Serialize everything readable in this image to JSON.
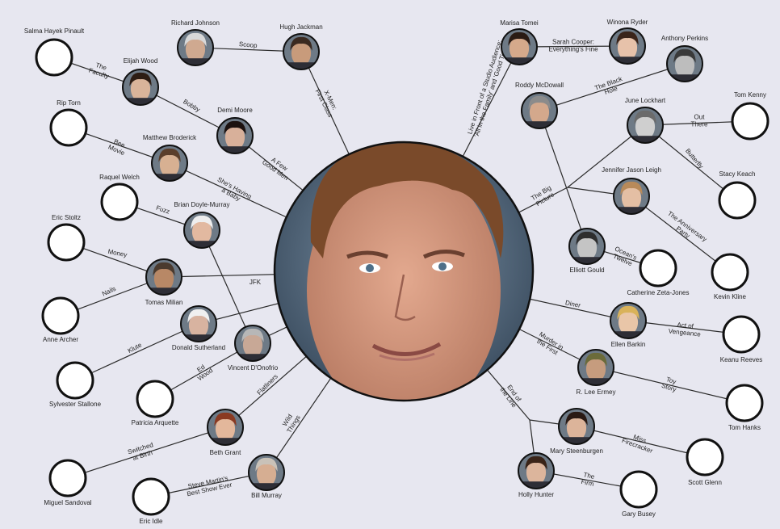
{
  "center": {
    "name": "",
    "icon": "center-portrait"
  },
  "people": [
    {
      "id": "salma",
      "name": "Salma Hayek Pinault",
      "photo": false,
      "skin": "#ffffff",
      "hair": "#ffffff"
    },
    {
      "id": "richard",
      "name": "Richard Johnson",
      "photo": true,
      "skin": "#cfa990",
      "hair": "#d8d8d8"
    },
    {
      "id": "hugh",
      "name": "Hugh Jackman",
      "photo": true,
      "skin": "#c89b7b",
      "hair": "#3b2a20"
    },
    {
      "id": "elijah",
      "name": "Elijah Wood",
      "photo": true,
      "skin": "#d9b49a",
      "hair": "#2d1d14"
    },
    {
      "id": "demi",
      "name": "Demi Moore",
      "photo": true,
      "skin": "#d8b09a",
      "hair": "#1c1210"
    },
    {
      "id": "riptorn",
      "name": "Rip Torn",
      "photo": false,
      "skin": "#ffffff",
      "hair": "#ffffff"
    },
    {
      "id": "matthew",
      "name": "Matthew Broderick",
      "photo": true,
      "skin": "#d7b092",
      "hair": "#5a3e2b"
    },
    {
      "id": "raquel",
      "name": "Raquel Welch",
      "photo": false,
      "skin": "#ffffff",
      "hair": "#ffffff"
    },
    {
      "id": "brian",
      "name": "Brian Doyle-Murray",
      "photo": true,
      "skin": "#e2b9a0",
      "hair": "#eeeeee"
    },
    {
      "id": "eric_s",
      "name": "Eric Stoltz",
      "photo": false,
      "skin": "#ffffff",
      "hair": "#ffffff"
    },
    {
      "id": "tomas",
      "name": "Tomas Milian",
      "photo": true,
      "skin": "#b88866",
      "hair": "#4a3a2e"
    },
    {
      "id": "anne",
      "name": "Anne Archer",
      "photo": false,
      "skin": "#ffffff",
      "hair": "#ffffff"
    },
    {
      "id": "donald",
      "name": "Donald Sutherland",
      "photo": true,
      "skin": "#d8b3a0",
      "hair": "#f0f0f0"
    },
    {
      "id": "sylvester",
      "name": "Sylvester Stallone",
      "photo": false,
      "skin": "#ffffff",
      "hair": "#ffffff"
    },
    {
      "id": "vincent",
      "name": "Vincent D'Onofrio",
      "photo": true,
      "skin": "#c8a896",
      "hair": "#b7b7b7"
    },
    {
      "id": "patricia",
      "name": "Patricia Arquette",
      "photo": false,
      "skin": "#ffffff",
      "hair": "#ffffff"
    },
    {
      "id": "beth",
      "name": "Beth Grant",
      "photo": true,
      "skin": "#e3b79b",
      "hair": "#8a3a22"
    },
    {
      "id": "miguel",
      "name": "Miguel Sandoval",
      "photo": false,
      "skin": "#ffffff",
      "hair": "#ffffff"
    },
    {
      "id": "bill",
      "name": "Bill Murray",
      "photo": true,
      "skin": "#d6ae92",
      "hair": "#c9c2b8"
    },
    {
      "id": "eric_i",
      "name": "Eric Idle",
      "photo": false,
      "skin": "#ffffff",
      "hair": "#ffffff"
    },
    {
      "id": "marisa",
      "name": "Marisa Tomei",
      "photo": true,
      "skin": "#d5a98b",
      "hair": "#2a1b14"
    },
    {
      "id": "winona",
      "name": "Winona Ryder",
      "photo": true,
      "skin": "#e7c2aa",
      "hair": "#3a241a"
    },
    {
      "id": "anthony",
      "name": "Anthony Perkins",
      "photo": true,
      "skin": "#bdbdbd",
      "hair": "#3a3a3a"
    },
    {
      "id": "roddy",
      "name": "Roddy McDowall",
      "photo": true,
      "skin": "#d3a88c",
      "hair": "#8b8b8b"
    },
    {
      "id": "june",
      "name": "June Lockhart",
      "photo": true,
      "skin": "#cfcfcf",
      "hair": "#6b6b6b"
    },
    {
      "id": "tomkenny",
      "name": "Tom Kenny",
      "photo": false,
      "skin": "#ffffff",
      "hair": "#ffffff"
    },
    {
      "id": "stacy",
      "name": "Stacy Keach",
      "photo": false,
      "skin": "#ffffff",
      "hair": "#ffffff"
    },
    {
      "id": "jennifer",
      "name": "Jennifer Jason Leigh",
      "photo": true,
      "skin": "#e4bfa4",
      "hair": "#b88a5a"
    },
    {
      "id": "elliott",
      "name": "Elliott Gould",
      "photo": true,
      "skin": "#c4c4c4",
      "hair": "#2e2e2e"
    },
    {
      "id": "catherine",
      "name": "Catherine Zeta-Jones",
      "photo": false,
      "skin": "#ffffff",
      "hair": "#ffffff"
    },
    {
      "id": "kevink",
      "name": "Kevin Kline",
      "photo": false,
      "skin": "#ffffff",
      "hair": "#ffffff"
    },
    {
      "id": "ellen",
      "name": "Ellen Barkin",
      "photo": true,
      "skin": "#e9c6a8",
      "hair": "#d9b25a"
    },
    {
      "id": "keanu",
      "name": "Keanu Reeves",
      "photo": false,
      "skin": "#ffffff",
      "hair": "#ffffff"
    },
    {
      "id": "lee",
      "name": "R. Lee Ermey",
      "photo": true,
      "skin": "#c69c7e",
      "hair": "#6b6b3a"
    },
    {
      "id": "tomhanks",
      "name": "Tom Hanks",
      "photo": false,
      "skin": "#ffffff",
      "hair": "#ffffff"
    },
    {
      "id": "mary",
      "name": "Mary Steenburgen",
      "photo": true,
      "skin": "#dcb49a",
      "hair": "#2a1a14"
    },
    {
      "id": "scott",
      "name": "Scott Glenn",
      "photo": false,
      "skin": "#ffffff",
      "hair": "#ffffff"
    },
    {
      "id": "holly",
      "name": "Holly Hunter",
      "photo": true,
      "skin": "#dcb59c",
      "hair": "#3a2418"
    },
    {
      "id": "gary",
      "name": "Gary Busey",
      "photo": false,
      "skin": "#ffffff",
      "hair": "#ffffff"
    }
  ],
  "films": [
    {
      "id": "scoop",
      "label": "Scoop"
    },
    {
      "id": "xmen",
      "label": "X-Men:\nFirst Class"
    },
    {
      "id": "faculty",
      "label": "The\nFaculty"
    },
    {
      "id": "bobby",
      "label": "Bobby"
    },
    {
      "id": "afew",
      "label": "A Few\nGood Men"
    },
    {
      "id": "beemovie",
      "label": "Bee\nMovie"
    },
    {
      "id": "shes",
      "label": "She's Having\na Baby"
    },
    {
      "id": "fuzz",
      "label": "Fuzz"
    },
    {
      "id": "money",
      "label": "Money"
    },
    {
      "id": "jfk",
      "label": "JFK"
    },
    {
      "id": "nails",
      "label": "Nails"
    },
    {
      "id": "klute",
      "label": "Klute"
    },
    {
      "id": "edwood",
      "label": "Ed\nWood"
    },
    {
      "id": "flatliners",
      "label": "Flatliners"
    },
    {
      "id": "switched",
      "label": "Switched\nat Birth"
    },
    {
      "id": "wild",
      "label": "Wild\nThings"
    },
    {
      "id": "martin",
      "label": "Steve Martin's\nBest Show Ever"
    },
    {
      "id": "live",
      "label": "Live in Front of a Studio Audience:\n'All in the Family' and 'Good Times'"
    },
    {
      "id": "sarah",
      "label": "Sarah Cooper:\nEverything's Fine"
    },
    {
      "id": "blackhole",
      "label": "The Black\nHole"
    },
    {
      "id": "outthere",
      "label": "Out\nThere"
    },
    {
      "id": "butterfly",
      "label": "Butterfly"
    },
    {
      "id": "bigpicture",
      "label": "The Big\nPicture"
    },
    {
      "id": "anniv",
      "label": "The Anniversary\nParty"
    },
    {
      "id": "oceans",
      "label": "Ocean's\nTwelve"
    },
    {
      "id": "diner",
      "label": "Diner"
    },
    {
      "id": "act",
      "label": "Act of\nVengeance"
    },
    {
      "id": "murder",
      "label": "Murder in\nthe First"
    },
    {
      "id": "toystory",
      "label": "Toy\nStory"
    },
    {
      "id": "endline",
      "label": "End of\nthe Line"
    },
    {
      "id": "missfire",
      "label": "Miss\nFirecracker"
    },
    {
      "id": "firm",
      "label": "The\nFirm"
    }
  ]
}
